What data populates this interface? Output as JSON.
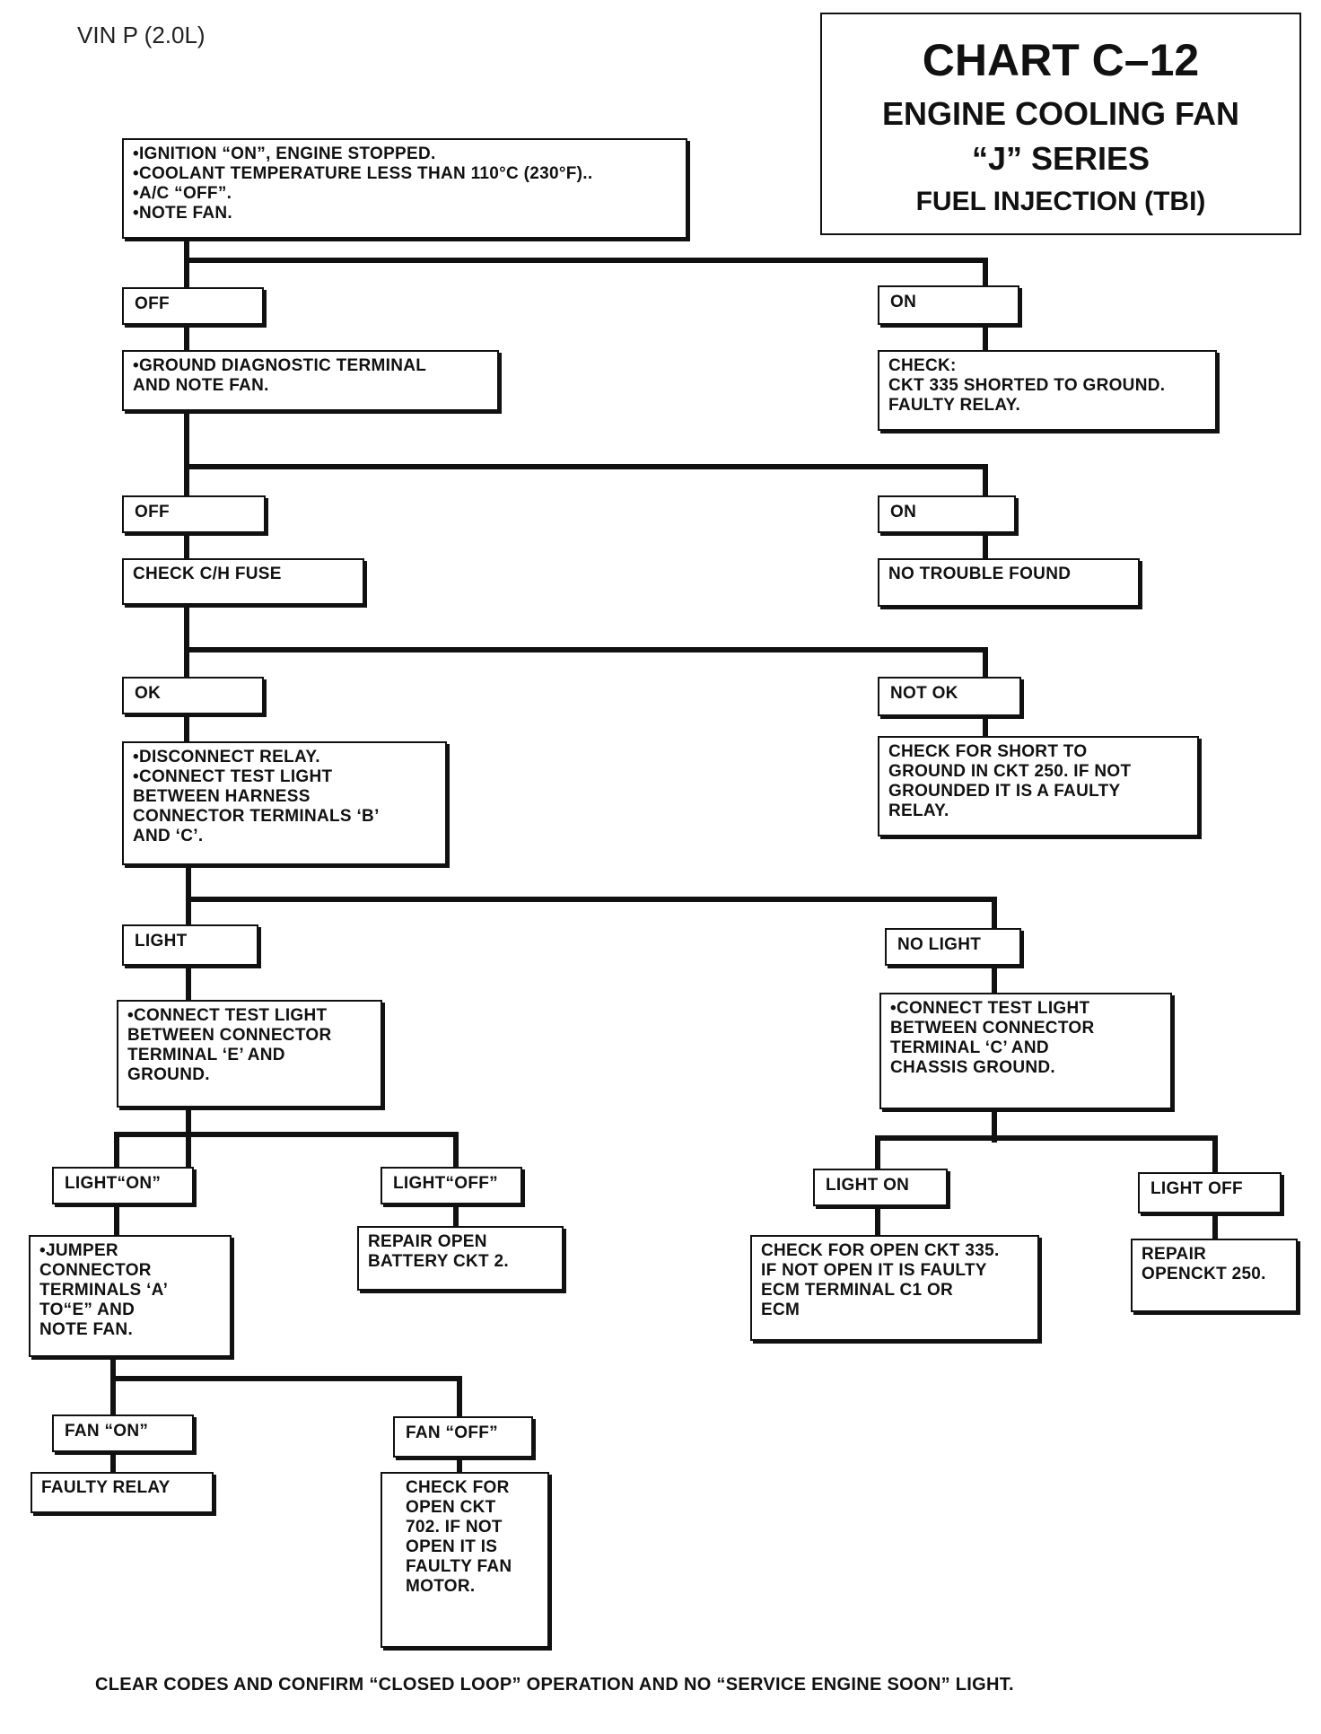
{
  "vin": "VIN P (2.0L)",
  "title": {
    "line1": "CHART C–12",
    "line2": "ENGINE COOLING FAN",
    "line3": "“J”  SERIES",
    "line4": "FUEL INJECTION (TBI)"
  },
  "nodes": {
    "start": {
      "lines": [
        "•IGNITION “ON”, ENGINE STOPPED.",
        "•COOLANT TEMPERATURE  LESS THAN 110°C (230°F)..",
        "•A/C “OFF”.",
        "•NOTE FAN."
      ]
    },
    "off1": {
      "lines": [
        "OFF"
      ]
    },
    "on1": {
      "lines": [
        "ON"
      ]
    },
    "ground_diag": {
      "lines": [
        "•GROUND DIAGNOSTIC TERMINAL",
        "AND NOTE FAN."
      ]
    },
    "check_ckt335": {
      "lines": [
        "CHECK:",
        "CKT 335 SHORTED TO GROUND.",
        "FAULTY RELAY."
      ]
    },
    "off2": {
      "lines": [
        "OFF"
      ]
    },
    "on2": {
      "lines": [
        "ON"
      ]
    },
    "check_fuse": {
      "lines": [
        "CHECK C/H FUSE"
      ]
    },
    "no_trouble": {
      "lines": [
        "NO TROUBLE FOUND"
      ]
    },
    "ok": {
      "lines": [
        "OK"
      ]
    },
    "not_ok": {
      "lines": [
        "NOT OK"
      ]
    },
    "disconnect_relay": {
      "lines": [
        "•DISCONNECT RELAY.",
        "•CONNECT TEST LIGHT",
        "BETWEEN HARNESS",
        "CONNECTOR TERMINALS ‘B’",
        "AND ‘C’."
      ]
    },
    "check_short250": {
      "lines": [
        "CHECK FOR SHORT TO",
        "GROUND IN CKT 250.  IF NOT",
        "GROUNDED IT IS A FAULTY",
        "RELAY."
      ]
    },
    "light": {
      "lines": [
        "LIGHT"
      ]
    },
    "no_light": {
      "lines": [
        "NO LIGHT"
      ]
    },
    "connect_e": {
      "lines": [
        "•CONNECT TEST LIGHT",
        "BETWEEN CONNECTOR",
        "TERMINAL ‘E’ AND",
        "GROUND."
      ]
    },
    "connect_c": {
      "lines": [
        "•CONNECT TEST LIGHT",
        "BETWEEN CONNECTOR",
        "TERMINAL ‘C’ AND",
        "CHASSIS GROUND."
      ]
    },
    "light_on_q": {
      "lines": [
        "LIGHT“ON”"
      ]
    },
    "light_off_q": {
      "lines": [
        "LIGHT“OFF”"
      ]
    },
    "light_on_r": {
      "lines": [
        "LIGHT ON"
      ]
    },
    "light_off_r": {
      "lines": [
        "LIGHT OFF"
      ]
    },
    "jumper": {
      "lines": [
        "•JUMPER",
        "CONNECTOR",
        "TERMINALS ‘A’",
        "TO“E” AND",
        "NOTE FAN."
      ]
    },
    "repair_open_batt": {
      "lines": [
        "REPAIR OPEN",
        "BATTERY CKT 2."
      ]
    },
    "check_open335": {
      "lines": [
        "CHECK FOR OPEN CKT 335.",
        "IF NOT OPEN IT IS FAULTY",
        "ECM TERMINAL C1 OR",
        "ECM"
      ]
    },
    "repair_open250": {
      "lines": [
        "REPAIR",
        "OPENCKT 250."
      ]
    },
    "fan_on": {
      "lines": [
        "FAN “ON”"
      ]
    },
    "fan_off": {
      "lines": [
        "FAN “OFF”"
      ]
    },
    "faulty_relay": {
      "lines": [
        "FAULTY RELAY"
      ]
    },
    "check_open702": {
      "lines": [
        "CHECK FOR",
        "OPEN CKT",
        "702.  IF NOT",
        "OPEN IT IS",
        "FAULTY FAN",
        "MOTOR."
      ]
    }
  },
  "footer": "CLEAR CODES AND CONFIRM “CLOSED LOOP” OPERATION AND NO “SERVICE ENGINE SOON” LIGHT."
}
